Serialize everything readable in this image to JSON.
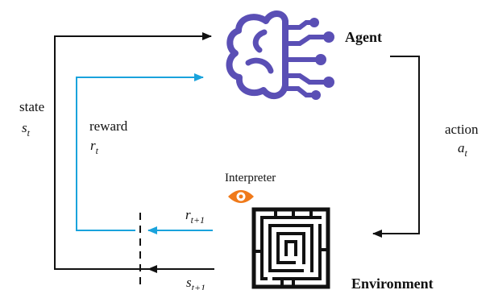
{
  "diagram": {
    "agent_label": "Agent",
    "environment_label": "Environment",
    "interpreter_label": "Interpreter",
    "state": {
      "word": "state",
      "symbol": "s",
      "subscript": "t"
    },
    "reward": {
      "word": "reward",
      "symbol": "r",
      "subscript": "t"
    },
    "action": {
      "word": "action",
      "symbol": "a",
      "subscript": "t"
    },
    "next_reward": {
      "symbol": "r",
      "subscript": "t+1"
    },
    "next_state": {
      "symbol": "s",
      "subscript": "t+1"
    }
  },
  "colors": {
    "agent_purple": "#5A4FB5",
    "reward_blue": "#1AA3DC",
    "line_black": "#111111",
    "interpreter_orange": "#F07A1A"
  },
  "icons": [
    "brain-circuit-icon",
    "eye-icon",
    "maze-icon"
  ]
}
